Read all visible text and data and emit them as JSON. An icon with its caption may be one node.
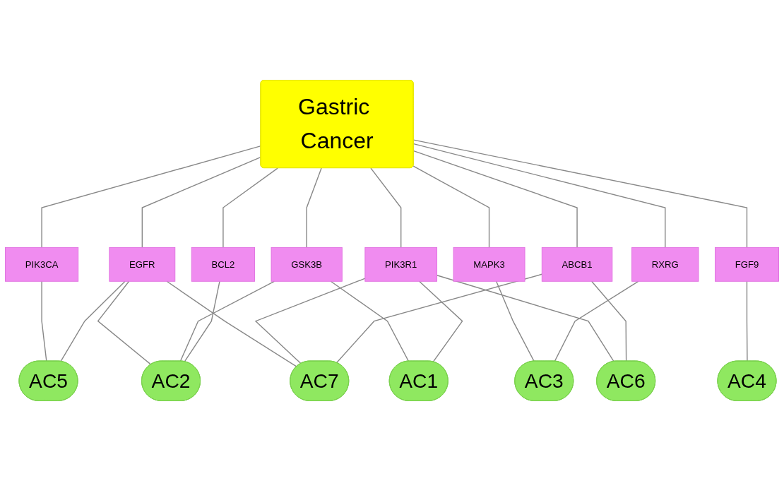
{
  "diagram": {
    "nodes": [
      {
        "text": [
          "Gastric Cancer"
        ]
      },
      {
        "text": [
          "PIK3CA"
        ]
      },
      {
        "text": [
          "EGFR"
        ]
      },
      {
        "text": [
          "GSK3B"
        ]
      },
      {
        "text": [
          "BCL2"
        ]
      },
      {
        "text": [
          "MAPK3"
        ]
      },
      {
        "text": [
          "PIK3R1"
        ]
      },
      {
        "text": [
          "RXRG"
        ]
      },
      {
        "text": [
          "ABCB1"
        ]
      },
      {
        "text": [
          "FGF9"
        ]
      },
      {
        "text": [
          "AC5"
        ]
      },
      {
        "text": [
          "AC2"
        ]
      },
      {
        "text": [
          "AC1"
        ]
      },
      {
        "text": [
          "AC7"
        ]
      },
      {
        "text": [
          "AC3"
        ]
      },
      {
        "text": [
          "AC6"
        ]
      },
      {
        "text": [
          "AC4"
        ]
      }
    ],
    "edges": [
      {
        "from": 0,
        "to": 1,
        "arrow": "none"
      },
      {
        "from": 0,
        "to": 2,
        "arrow": "none"
      },
      {
        "from": 0,
        "to": 3,
        "arrow": "none"
      },
      {
        "from": 0,
        "to": 4,
        "arrow": "none"
      },
      {
        "from": 0,
        "to": 5,
        "arrow": "none"
      },
      {
        "from": 0,
        "to": 6,
        "arrow": "none"
      },
      {
        "from": 0,
        "to": 7,
        "arrow": "none"
      },
      {
        "from": 0,
        "to": 8,
        "arrow": "none"
      },
      {
        "from": 0,
        "to": 9,
        "arrow": "none"
      },
      {
        "from": 1,
        "to": 10,
        "arrow": "none"
      },
      {
        "from": 2,
        "to": 10,
        "arrow": "none"
      },
      {
        "from": 2,
        "to": 11,
        "arrow": "none"
      },
      {
        "from": 2,
        "to": 13,
        "arrow": "none"
      },
      {
        "from": 3,
        "to": 11,
        "arrow": "none"
      },
      {
        "from": 3,
        "to": 12,
        "arrow": "none"
      },
      {
        "from": 4,
        "to": 11,
        "arrow": "none"
      },
      {
        "from": 5,
        "to": 14,
        "arrow": "none"
      },
      {
        "from": 6,
        "to": 12,
        "arrow": "none"
      },
      {
        "from": 6,
        "to": 13,
        "arrow": "none"
      },
      {
        "from": 6,
        "to": 15,
        "arrow": "none"
      },
      {
        "from": 7,
        "to": 14,
        "arrow": "none"
      },
      {
        "from": 8,
        "to": 13,
        "arrow": "none"
      },
      {
        "from": 8,
        "to": 15,
        "arrow": "none"
      },
      {
        "from": 9,
        "to": 16,
        "arrow": "none"
      }
    ]
  }
}
